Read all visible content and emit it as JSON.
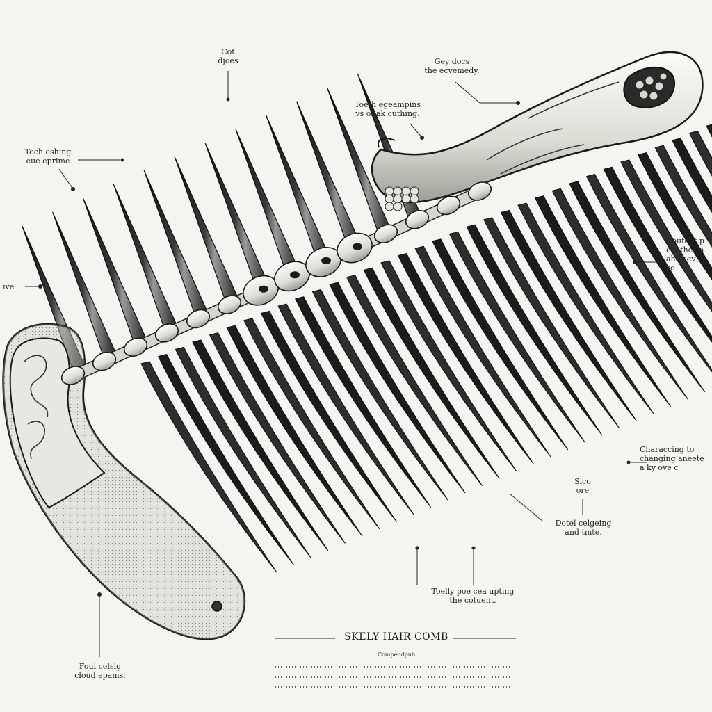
{
  "diagram": {
    "title": "SKELY HAIR COMB",
    "subtitle": "Compendpub",
    "ink_color": "#1a1a1a",
    "bone_color": "#e6e6e2",
    "background": "#f4f4f2",
    "callouts": [
      {
        "id": "top-center",
        "lines": [
          "Cot",
          "djoes"
        ]
      },
      {
        "id": "top-right",
        "lines": [
          "Gey docs",
          "the ecvemedy."
        ]
      },
      {
        "id": "tooth-center",
        "lines": [
          "Toeth egeampins",
          "vs of ak cuthing."
        ]
      },
      {
        "id": "left-upper",
        "lines": [
          "Toch eshing",
          "eue eprime"
        ]
      },
      {
        "id": "left-middle",
        "lines": [
          "ive"
        ]
      },
      {
        "id": "right-upper",
        "lines": [
          "Coutent p",
          "eanthec a",
          "ahe cev",
          "co"
        ]
      },
      {
        "id": "right-lower",
        "lines": [
          "Characcing to",
          "changing aneete",
          "a ky ove c"
        ]
      },
      {
        "id": "mid-small",
        "lines": [
          "Sico",
          "ore"
        ]
      },
      {
        "id": "mid-right",
        "lines": [
          "Dotel celgeing",
          "and tmte."
        ]
      },
      {
        "id": "bottom-center",
        "lines": [
          "Toelly poe cea upting",
          "the cotuent."
        ]
      },
      {
        "id": "bottom-left",
        "lines": [
          "Foul colsig",
          "cloud epams."
        ]
      }
    ]
  }
}
